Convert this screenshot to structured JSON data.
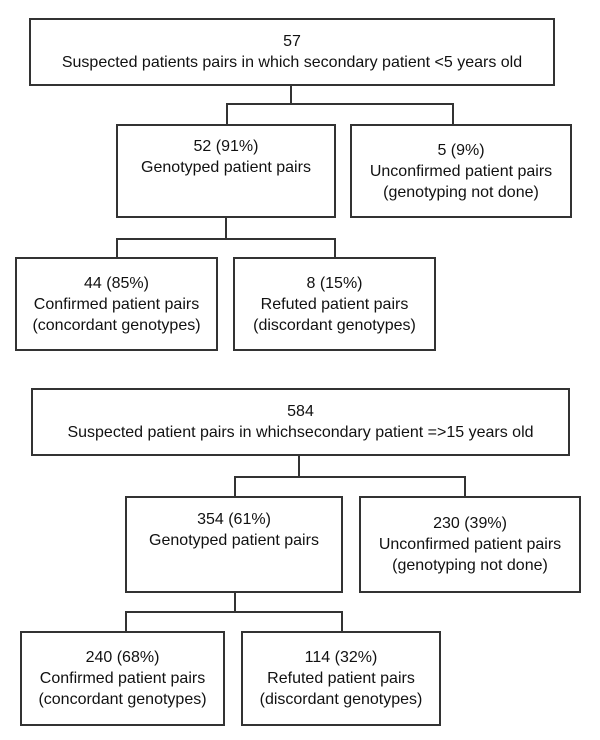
{
  "flow1": {
    "root": {
      "count": "57",
      "label": "Suspected patients pairs in which secondary patient <5 years old"
    },
    "genotyped": {
      "count": "52 (91%)",
      "label": "Genotyped patient pairs"
    },
    "unconfirmed": {
      "count": "5 (9%)",
      "label1": "Unconfirmed patient pairs",
      "label2": "(genotyping not done)"
    },
    "confirmed": {
      "count": "44 (85%)",
      "label1": "Confirmed patient pairs",
      "label2": "(concordant genotypes)"
    },
    "refuted": {
      "count": "8 (15%)",
      "label1": "Refuted patient pairs",
      "label2": "(discordant genotypes)"
    }
  },
  "flow2": {
    "root": {
      "count": "584",
      "label": "Suspected patient pairs in whichsecondary patient =>15 years old"
    },
    "genotyped": {
      "count": "354 (61%)",
      "label": "Genotyped patient pairs"
    },
    "unconfirmed": {
      "count": "230 (39%)",
      "label1": "Unconfirmed patient pairs",
      "label2": "(genotyping not done)"
    },
    "confirmed": {
      "count": "240 (68%)",
      "label1": "Confirmed patient pairs",
      "label2": "(concordant genotypes)"
    },
    "refuted": {
      "count": "114 (32%)",
      "label1": "Refuted patient pairs",
      "label2": "(discordant genotypes)"
    }
  }
}
